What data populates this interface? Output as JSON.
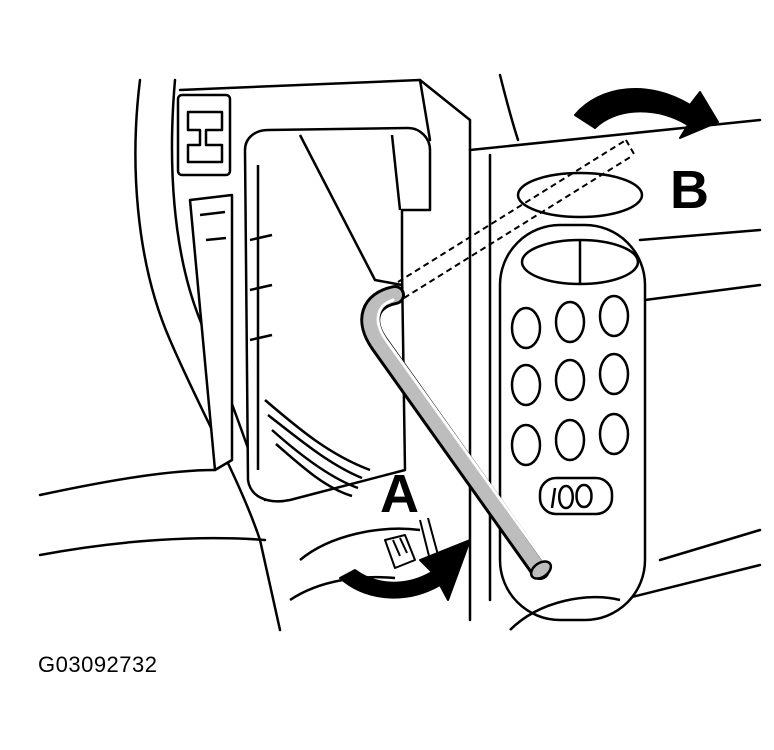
{
  "figure": {
    "id_label": "G03092732"
  },
  "callouts": {
    "a": "A",
    "b": "B"
  },
  "colors": {
    "line": "#000000",
    "fill": "#ffffff",
    "tool_shade": "#bdbdbd"
  }
}
